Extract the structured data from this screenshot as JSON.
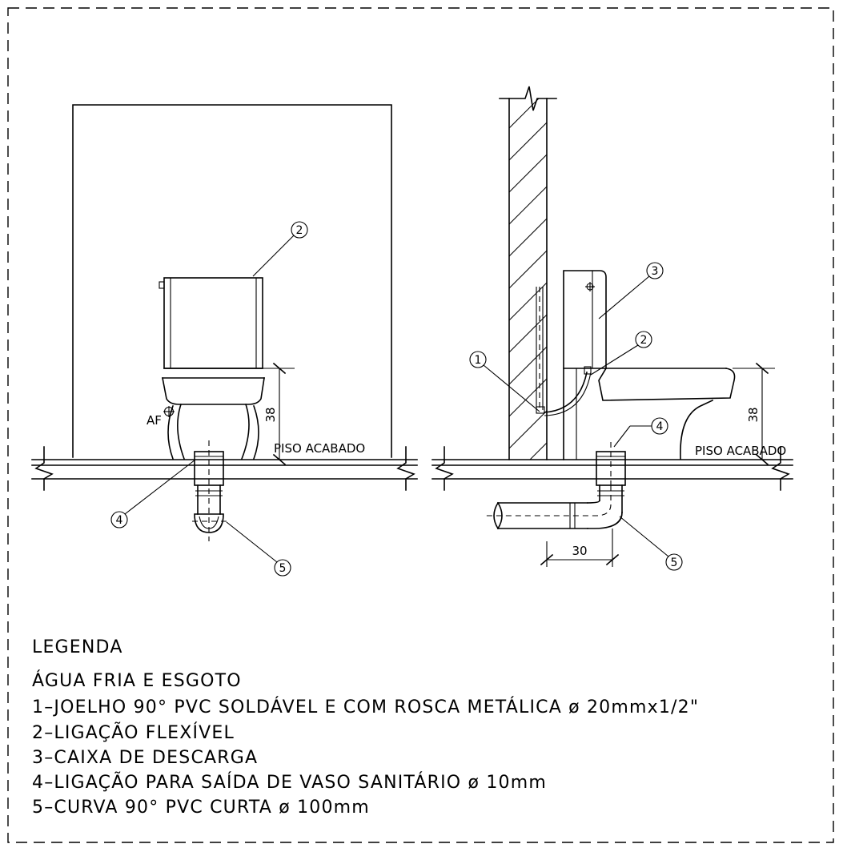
{
  "labels": {
    "piso_acabado": "PISO ACABADO",
    "af": "AF"
  },
  "dimensions": {
    "height": "38",
    "offset": "30"
  },
  "callouts": {
    "c1": "1",
    "c2": "2",
    "c3": "3",
    "c4": "4",
    "c5": "5"
  },
  "legend": {
    "title": "LEGENDA",
    "subtitle": "ÁGUA FRIA E ESGOTO",
    "items": [
      "1–JOELHO 90° PVC SOLDÁVEL E COM ROSCA METÁLICA ø 20mmx1/2\"",
      "2–LIGAÇÃO FLEXÍVEL",
      "3–CAIXA DE DESCARGA",
      "4–LIGAÇÃO PARA SAÍDA DE VASO SANITÁRIO ø 10mm",
      "5–CURVA 90° PVC CURTA ø 100mm"
    ]
  }
}
